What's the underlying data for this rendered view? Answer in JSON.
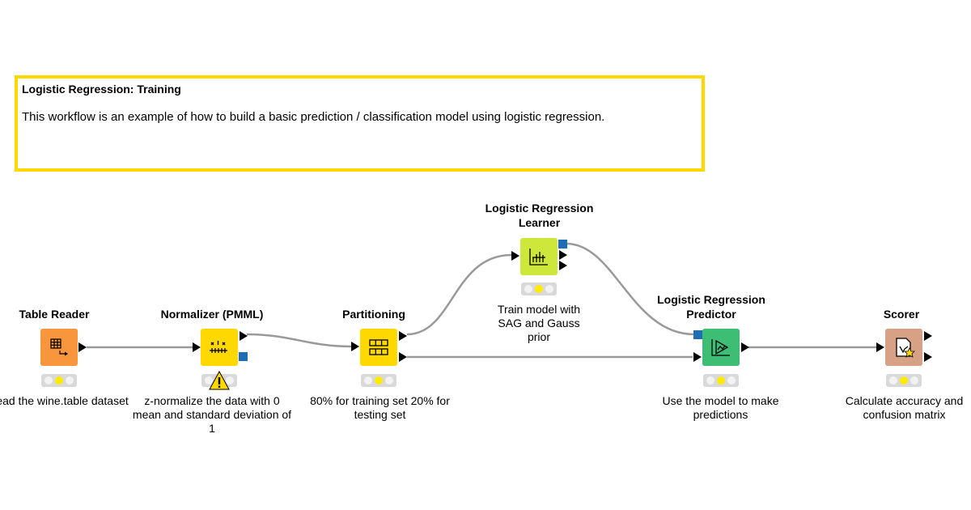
{
  "annotation": {
    "title": "Logistic Regression: Training",
    "text": "This workflow is an example of how to build a basic prediction / classification model using logistic regression.",
    "border_color": "#ffd800"
  },
  "nodes": {
    "table_reader": {
      "title": "Table Reader",
      "description": "Read the wine.table dataset",
      "color": "#f7963d",
      "icon": "table-arrow-icon"
    },
    "normalizer": {
      "title": "Normalizer (PMML)",
      "description": "z-normalize the data with 0 mean and standard deviation of 1",
      "color": "#ffd800",
      "icon": "normalize-icon",
      "status": "warning"
    },
    "partitioning": {
      "title": "Partitioning",
      "description": "80% for training set 20% for testing set",
      "color": "#ffd800",
      "icon": "partition-icon"
    },
    "learner": {
      "title": "Logistic Regression Learner",
      "description": "Train model with SAG and Gauss prior",
      "color": "#cde83a",
      "icon": "learner-chart-icon"
    },
    "predictor": {
      "title": "Logistic Regression Predictor",
      "description": "Use the model to make predictions",
      "color": "#3ebe74",
      "icon": "predictor-icon"
    },
    "scorer": {
      "title": "Scorer",
      "description": "Calculate accuracy and confusion matrix",
      "color": "#d6a184",
      "icon": "scorer-icon"
    }
  },
  "colors": {
    "connection": "#999999",
    "model_port": "#1f6db5",
    "status_on": "#ffea00"
  }
}
